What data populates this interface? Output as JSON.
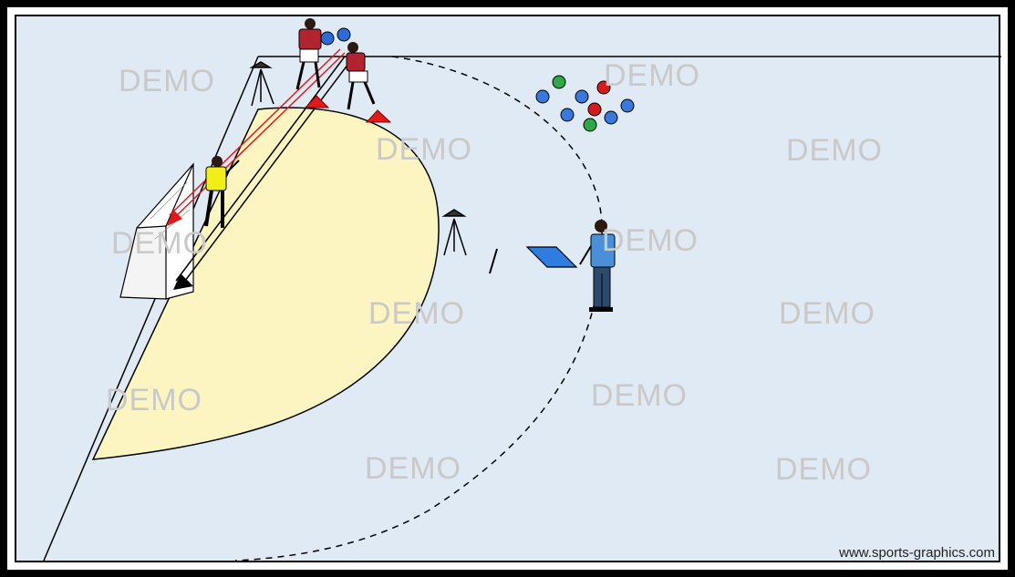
{
  "watermark_text": "DEMO",
  "credit_text": "www.sports-graphics.com",
  "colors": {
    "court": "#dfeaf5",
    "goal_area": "#fcf5c2",
    "attacker_shirt": "#b0232f",
    "goalkeeper_shirt": "#f2ee1a",
    "coach_shirt": "#4a90d9",
    "cone": "#e01a1a",
    "pass_arrow": "#e01a1a",
    "tablet": "#2f7de0"
  },
  "figures": [
    {
      "role": "attacker",
      "icon": "handball-player-icon"
    },
    {
      "role": "attacker",
      "icon": "handball-player-icon"
    },
    {
      "role": "goalkeeper",
      "icon": "goalkeeper-icon"
    },
    {
      "role": "coach",
      "icon": "coach-with-tablet-icon"
    }
  ],
  "ball_colors": [
    "green",
    "red",
    "blue",
    "blue",
    "blue",
    "red",
    "blue",
    "blue",
    "blue",
    "green"
  ]
}
